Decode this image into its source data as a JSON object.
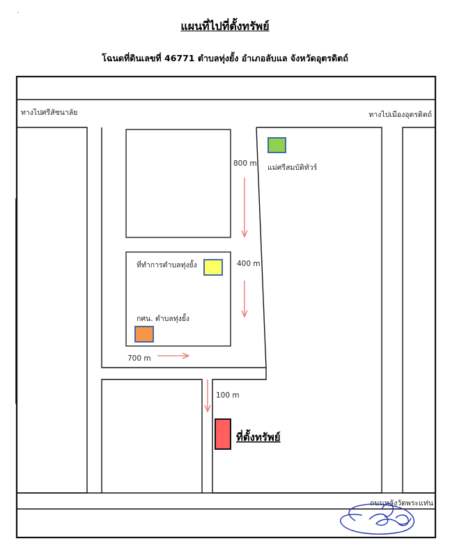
{
  "title": "แผนที่ไปที่ตั้งทรัพย์",
  "subtitle": "โฉนดที่ดินเลขที่ 46771 ตำบลทุ่งยั้ง อำเภอลับแล จังหวัดอุตรดิตถ์",
  "roads": {
    "left_top": "ทางไปศรีสัชนาลัย",
    "right_top": "ทางไปเมืองอุตรดิตถ์",
    "bottom": "ถนนหลังวัดพระแท่น"
  },
  "places": {
    "temple": "แม่ศรีสมบัติทัวร์",
    "subdistrict_office": "ที่ทำการตำบลทุ่งยั้ง",
    "nfe_center": "กศน. ตำบลทุ่งยั้ง",
    "property": "ที่ตั้งทรัพย์"
  },
  "distances": {
    "d800": "800 m",
    "d400": "400 m",
    "d700": "700 m",
    "d100": "100 m"
  },
  "colors": {
    "outline": "#111111",
    "arrow": "#e8746a",
    "temple_fill": "#92d050",
    "office_fill": "#ffff66",
    "nfe_fill": "#f79646",
    "property_fill": "#ff5f5f",
    "marker_stroke": "#3f6aa6",
    "signature": "#2233aa"
  }
}
